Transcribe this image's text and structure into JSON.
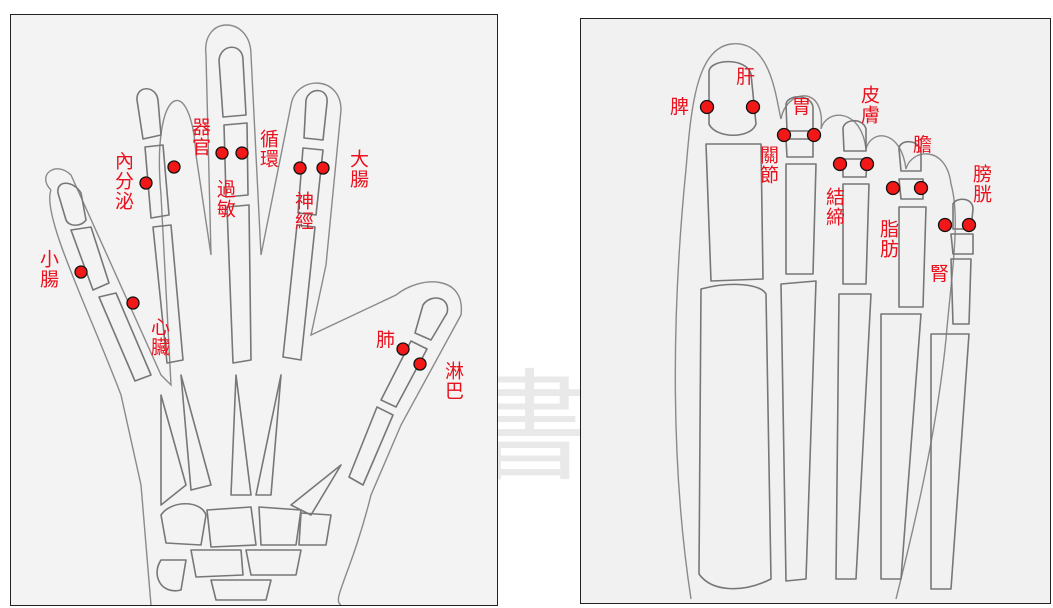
{
  "hand": {
    "labels": {
      "xiaochang": "小腸",
      "neifenmi": "內分泌",
      "xinzang": "心臟",
      "qiguan": "器官",
      "guomin": "過敏",
      "xunhuan": "循環",
      "shenjing": "神經",
      "dachang": "大腸",
      "fei": "肺",
      "linba": "淋巴"
    }
  },
  "foot": {
    "labels": {
      "pi": "脾",
      "gan": "肝",
      "wei": "胃",
      "guanjie": "關節",
      "pifu": "皮膚",
      "jiedi": "結締",
      "dan": "膽",
      "zhifang": "脂肪",
      "pangguang": "膀胱",
      "shen": "腎"
    }
  },
  "colors": {
    "marker": "#f21818",
    "label": "#e8111d",
    "sketch": "#777777"
  }
}
